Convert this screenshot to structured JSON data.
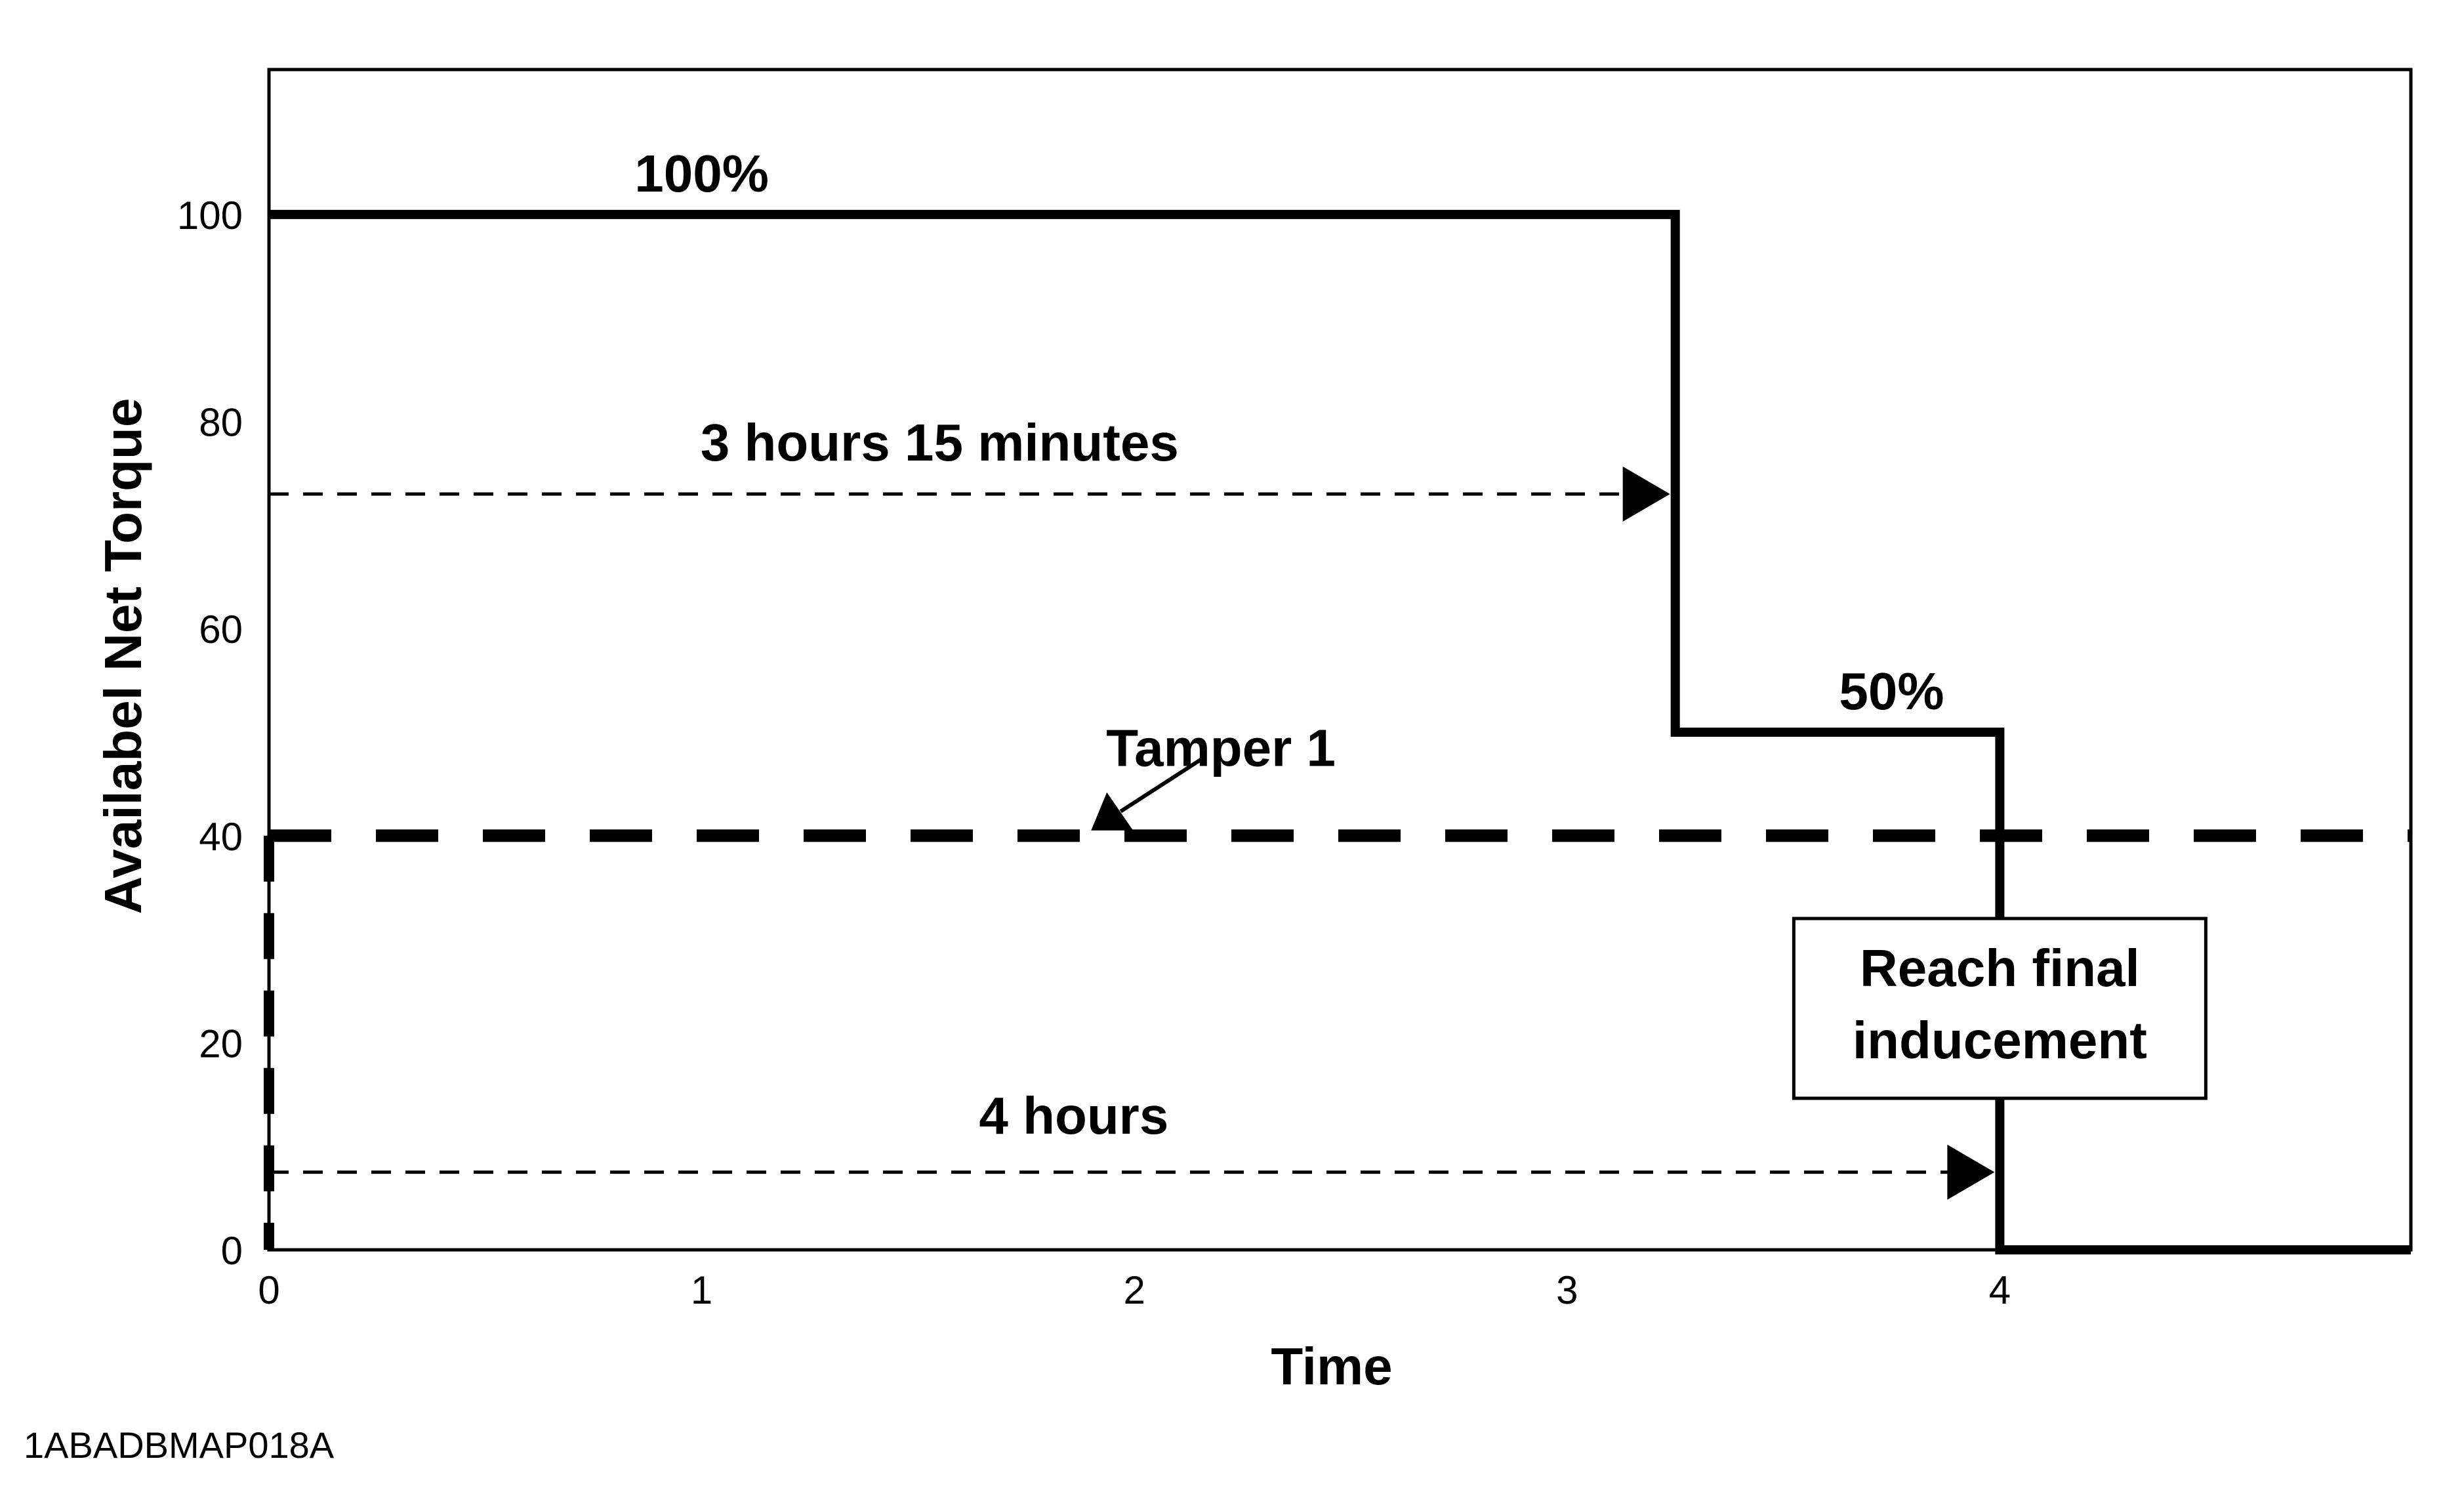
{
  "chart_data": {
    "type": "line",
    "xlabel": "Time",
    "ylabel": "Availabel Net Torque",
    "xlim": [
      0,
      4.95
    ],
    "ylim": [
      0,
      114
    ],
    "x_ticks": [
      0,
      1,
      2,
      3,
      4
    ],
    "y_ticks": [
      0,
      20,
      40,
      60,
      80,
      100
    ],
    "grid": false,
    "series": [
      {
        "style": "solid",
        "x": [
          0,
          3.25,
          3.25,
          4,
          4,
          4.95
        ],
        "y": [
          100,
          100,
          50,
          50,
          0,
          0
        ]
      },
      {
        "style": "dashed",
        "x": [
          0,
          4.95
        ],
        "y": [
          40,
          40
        ]
      }
    ],
    "annotations": [
      {
        "text": "100%",
        "x": 1.0,
        "y": 104
      },
      {
        "text": "50%",
        "x": 3.75,
        "y": 54
      },
      {
        "text": "Tamper 1",
        "x": 2.2,
        "y": 48.5,
        "arrow_to": [
          1.9,
          40
        ]
      },
      {
        "text": "3 hours 15 minutes",
        "x": 1.55,
        "y": 78,
        "arrow_from": [
          0,
          73
        ],
        "arrow_to": [
          3.25,
          73
        ]
      },
      {
        "text": "4 hours",
        "x": 1.86,
        "y": 13,
        "arrow_from": [
          0,
          7.5
        ],
        "arrow_to": [
          4,
          7.5
        ]
      },
      {
        "text_lines": [
          "Reach final",
          "inducement"
        ],
        "x": 4,
        "y": 25,
        "boxed": true
      }
    ]
  },
  "figure_code": "1ABADBMAP018A"
}
